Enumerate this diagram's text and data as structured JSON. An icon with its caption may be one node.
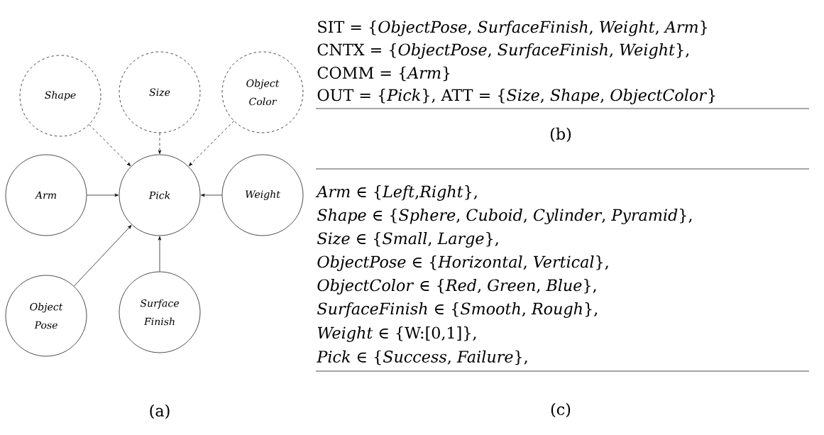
{
  "diagram": {
    "nodes": [
      {
        "text": [
          "Shape"
        ]
      },
      {
        "text": [
          "Size"
        ]
      },
      {
        "text": [
          "Object Color"
        ]
      },
      {
        "text": [
          "Arm"
        ]
      },
      {
        "text": [
          "Pick"
        ]
      },
      {
        "text": [
          "Weight"
        ]
      },
      {
        "text": [
          "Object Pose"
        ]
      },
      {
        "text": [
          "Surface Finish"
        ]
      }
    ],
    "edges": [
      {
        "from": 0,
        "to": 4,
        "arrow": "to",
        "style": "dashed"
      },
      {
        "from": 1,
        "to": 4,
        "arrow": "to",
        "style": "dashed"
      },
      {
        "from": 2,
        "to": 4,
        "arrow": "to",
        "style": "dashed"
      },
      {
        "from": 3,
        "to": 4,
        "arrow": "to"
      },
      {
        "from": 5,
        "to": 4,
        "arrow": "to"
      },
      {
        "from": 6,
        "to": 4,
        "arrow": "to"
      },
      {
        "from": 7,
        "to": 4,
        "arrow": "to"
      }
    ],
    "labels": [
      "(a)",
      "SIT = {*ObjectPose*, *SurfaceFinish*, *Weight*, *Arm*}",
      "CNTX = {*ObjectPose*, *SurfaceFinish*, *Weight*},",
      "COMM = {*Arm*}",
      "OUT = {*Pick*}, ATT = {*Size*, *Shape*, *ObjectColor*}",
      "(b)",
      "*Arm* ∈ {*Left*,*Right*},",
      "*Shape* ∈ {*Sphere*, *Cuboid*, *Cylinder*, *Pyramid*},",
      "*Size* ∈ {*Small*, *Large*},",
      "*ObjectPose* ∈ {*Horizontal*, *Vertical*},",
      "*ObjectColor* ∈ {*Red*, *Green*, *Blue*},",
      "*SurfaceFinish* ∈ {*Smooth*, *Rough*},",
      "*Weight* ∈ {W:[0,1]},",
      "*Pick* ∈ {*Success*, *Failure*},",
      "(c)"
    ]
  }
}
